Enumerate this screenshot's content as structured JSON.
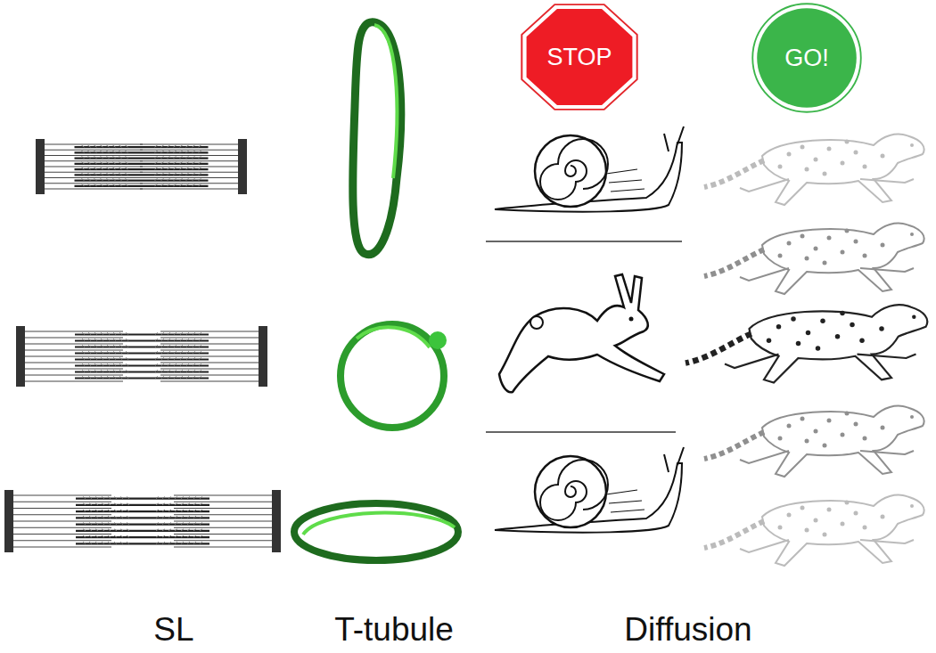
{
  "diagram": {
    "nodes": [
      {
        "text": [
          "STOP"
        ]
      },
      {
        "text": [
          "GO!"
        ]
      }
    ],
    "labels": [
      "SL",
      "T-tubule",
      "Diffusion"
    ]
  }
}
